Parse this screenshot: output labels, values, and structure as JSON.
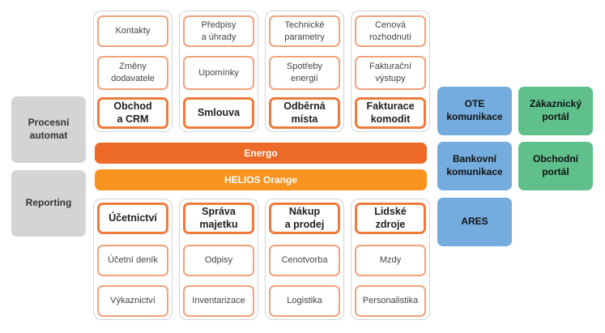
{
  "left": {
    "procesni_automat": "Procesní\nautomat",
    "reporting": "Reporting"
  },
  "top_columns": [
    {
      "items": [
        "Kontakty",
        "Změny\ndodavatele"
      ],
      "main": "Obchod\na CRM"
    },
    {
      "items": [
        "Předpisy\na úhrady",
        "Upomínky"
      ],
      "main": "Smlouva"
    },
    {
      "items": [
        "Technické\nparametry",
        "Spotřeby\nenergií"
      ],
      "main": "Odběrná\nmísta"
    },
    {
      "items": [
        "Cenová\nrozhodnutí",
        "Fakturační\nvýstupy"
      ],
      "main": "Fakturace\nkomodit"
    }
  ],
  "bars": {
    "energo": "Energo",
    "helios": "HELIOS Orange"
  },
  "bottom_columns": [
    {
      "main": "Účetnictví",
      "items": [
        "Účetní deník",
        "Výkaznictví"
      ]
    },
    {
      "main": "Správa\nmajetku",
      "items": [
        "Odpisy",
        "Inventarizace"
      ]
    },
    {
      "main": "Nákup\na prodej",
      "items": [
        "Cenotvorba",
        "Logistika"
      ]
    },
    {
      "main": "Lidské\nzdroje",
      "items": [
        "Mzdy",
        "Personalistika"
      ]
    }
  ],
  "right": {
    "ote": "OTE\nkomunikace",
    "zakaznicky": "Zákaznický\nportál",
    "bankovni": "Bankovní\nkomunikace",
    "obchodni": "Obchodní\nportál",
    "ares": "ARES"
  },
  "colors": {
    "energo_bar": "#ec6a26",
    "helios_bar": "#f7931e",
    "box_border": "#f1a27a",
    "box_border_main": "#ee7b3c",
    "gray": "#d4d4d4",
    "blue": "#74addd",
    "green": "#5fc08b"
  }
}
